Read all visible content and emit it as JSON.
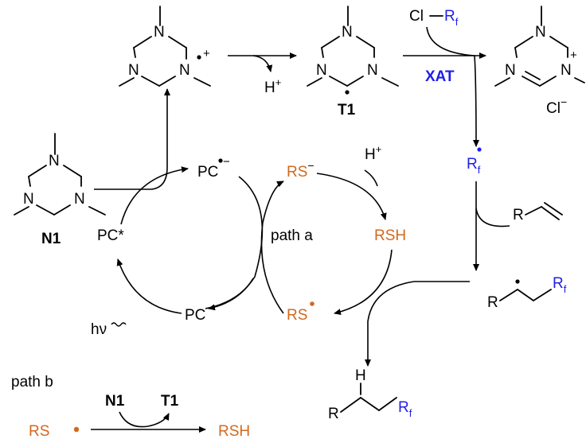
{
  "molecules": {
    "n1_label": "N1",
    "t1_label": "T1",
    "atom_N": "N",
    "plus": "+",
    "minus": "−"
  },
  "reagents": {
    "cl": "Cl",
    "cl_minus": "Cl",
    "rf_R": "R",
    "rf_sub": "f",
    "h_plus": "H",
    "xat": "XAT",
    "alkene_R": "R"
  },
  "cycle": {
    "pc": "PC",
    "pc_star": "PC*",
    "pc_radical_anion": "PC",
    "hv": "hν",
    "path_a": "path a",
    "rs_minus": "RS",
    "rsh": "RSH",
    "rs_radical": "RS",
    "h_plus": "H"
  },
  "product": {
    "radical_R": "R",
    "product_H": "H",
    "product_R": "R"
  },
  "path_b": {
    "label": "path b",
    "rs_radical": "RS",
    "n1": "N1",
    "t1": "T1",
    "rsh": "RSH"
  },
  "colors": {
    "orange": "#d2691e",
    "blue": "#1f1fe6",
    "black": "#000000"
  }
}
